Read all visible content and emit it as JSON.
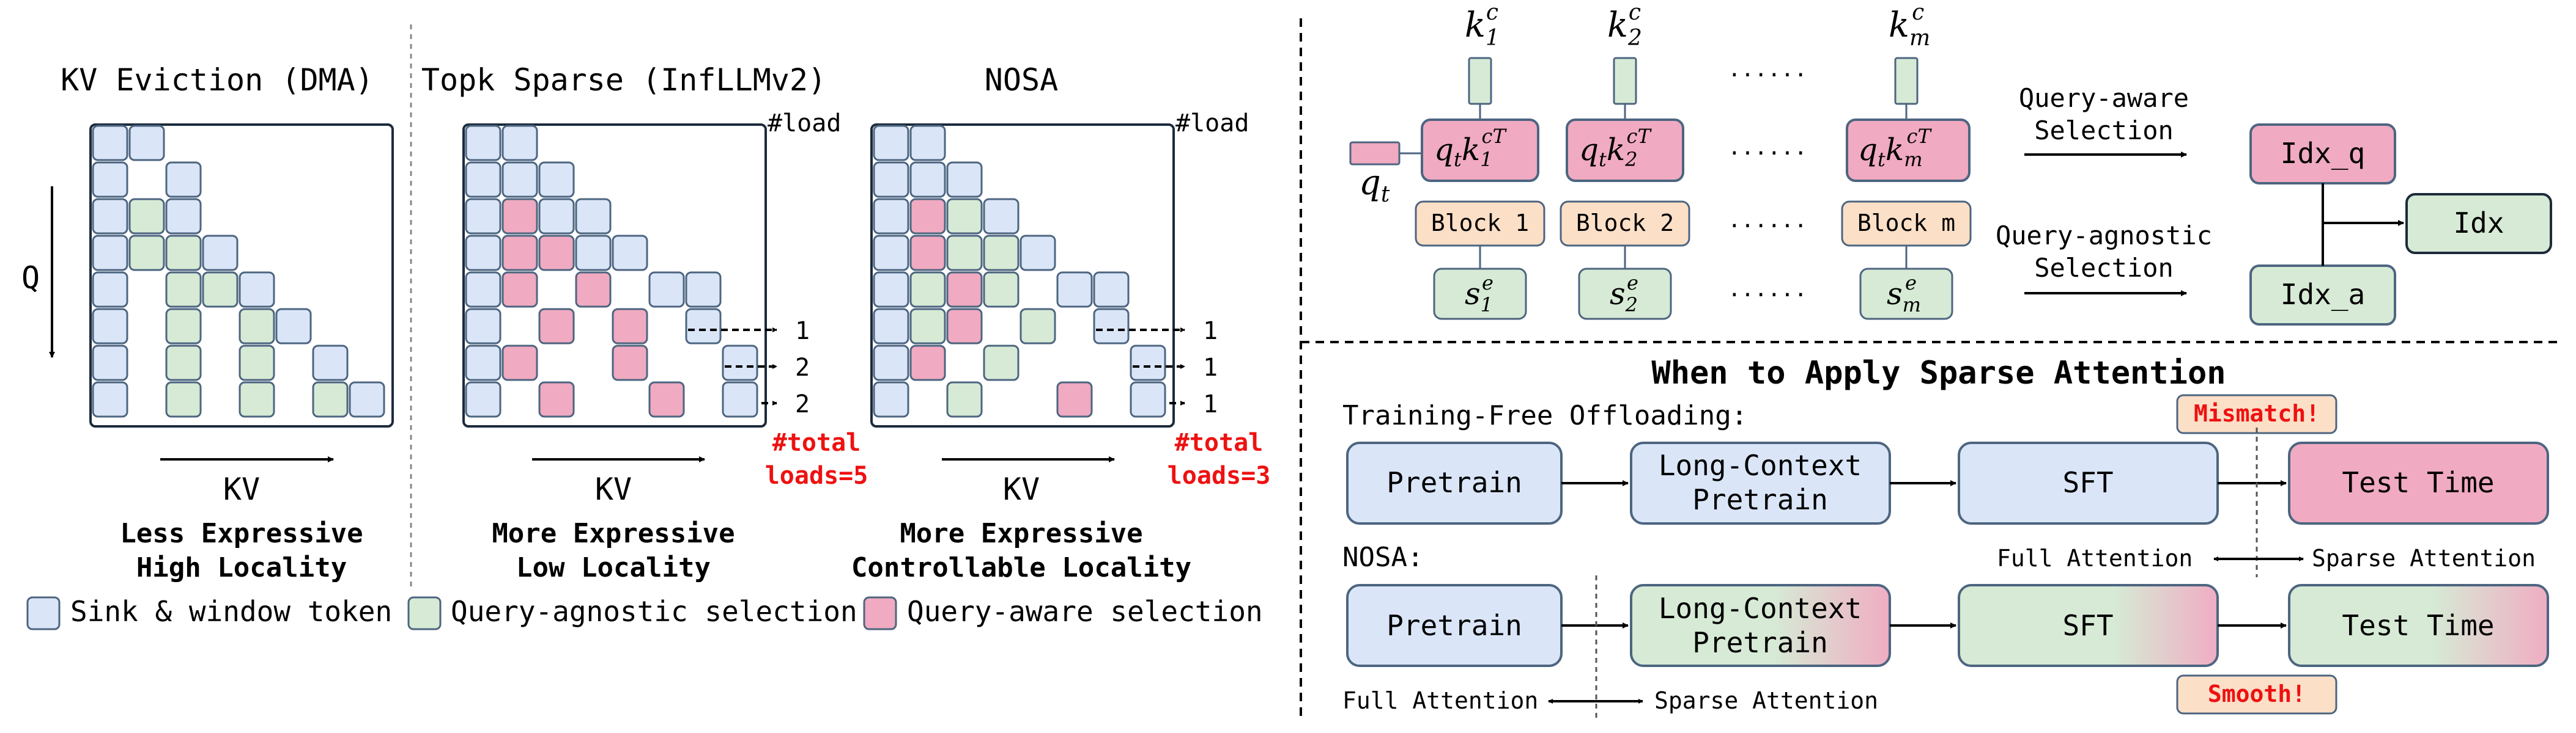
{
  "panels": [
    {
      "title": "KV Eviction (DMA)",
      "cap1": "Less Expressive",
      "cap2": "High Locality"
    },
    {
      "title": "Topk Sparse (InfLLMv2)",
      "cap1": "More Expressive",
      "cap2": "Low Locality",
      "loads_label": "#load",
      "loads": [
        "1",
        "2",
        "2"
      ],
      "total1": "#total",
      "total2": "loads=5"
    },
    {
      "title": "NOSA",
      "cap1": "More Expressive",
      "cap2": "Controllable Locality",
      "loads_label": "#load",
      "loads": [
        "1",
        "1",
        "1"
      ],
      "total1": "#total",
      "total2": "loads=3"
    }
  ],
  "axes": {
    "q": "Q",
    "kv": "KV"
  },
  "legend": {
    "sink": "Sink & window token",
    "agnostic": "Query-agnostic selection",
    "aware": "Query-aware selection"
  },
  "colors": {
    "blue": "#dae6f8",
    "green": "#d6ead5",
    "pink": "#f0aac1",
    "peach": "#fbdfc7",
    "red": "#ee1111",
    "border": "#4d6580"
  },
  "selection": {
    "kc": [
      "k",
      "1",
      "c",
      "k",
      "2",
      "c",
      "k",
      "m",
      "c"
    ],
    "dots": "......",
    "qt": [
      "q",
      "t"
    ],
    "blocks": [
      "Block 1",
      "Block 2",
      "Block m"
    ],
    "s": [
      "s",
      "1",
      "e",
      "s",
      "2",
      "e",
      "s",
      "m",
      "e"
    ],
    "prod_q": "q",
    "prod_t": "t",
    "prod_k": "k",
    "prod_sup": "cT",
    "prod_subs": [
      "1",
      "2",
      "m"
    ],
    "aware1": "Query-aware",
    "aware2": "Selection",
    "agnostic1": "Query-agnostic",
    "agnostic2": "Selection",
    "idx_q": "Idx_q",
    "idx_a": "Idx_a",
    "idx": "Idx"
  },
  "bottom": {
    "title": "When to Apply Sparse Attention",
    "tf_label": "Training-Free Offloading:",
    "nosa_label": "NOSA:",
    "mismatch": "Mismatch!",
    "smooth": "Smooth!",
    "pretrain": "Pretrain",
    "lc1": "Long-Context",
    "lc2": "Pretrain",
    "sft": "SFT",
    "test": "Test Time",
    "full_attn": "Full Attention",
    "sparse_attn": "Sparse Attention"
  }
}
